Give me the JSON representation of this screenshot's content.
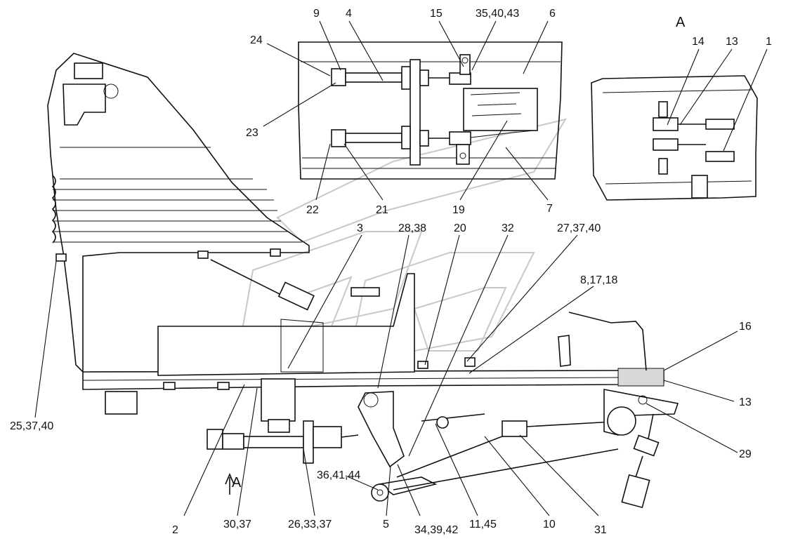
{
  "view_label": "A",
  "arrow_label": "A",
  "callouts": [
    {
      "id": "c-9",
      "text": "9"
    },
    {
      "id": "c-4",
      "text": "4"
    },
    {
      "id": "c-15",
      "text": "15"
    },
    {
      "id": "c-35-40-43",
      "text": "35,40,43"
    },
    {
      "id": "c-6",
      "text": "6"
    },
    {
      "id": "c-24",
      "text": "24"
    },
    {
      "id": "c-23",
      "text": "23"
    },
    {
      "id": "c-22",
      "text": "22"
    },
    {
      "id": "c-21",
      "text": "21"
    },
    {
      "id": "c-19",
      "text": "19"
    },
    {
      "id": "c-7",
      "text": "7"
    },
    {
      "id": "c-14",
      "text": "14"
    },
    {
      "id": "c-13a",
      "text": "13"
    },
    {
      "id": "c-1",
      "text": "1"
    },
    {
      "id": "c-3",
      "text": "3"
    },
    {
      "id": "c-28-38",
      "text": "28,38"
    },
    {
      "id": "c-20",
      "text": "20"
    },
    {
      "id": "c-32",
      "text": "32"
    },
    {
      "id": "c-27-37-40",
      "text": "27,37,40"
    },
    {
      "id": "c-8-17-18",
      "text": "8,17,18"
    },
    {
      "id": "c-16",
      "text": "16"
    },
    {
      "id": "c-13b",
      "text": "13"
    },
    {
      "id": "c-29",
      "text": "29"
    },
    {
      "id": "c-25-37-40",
      "text": "25,37,40"
    },
    {
      "id": "c-36-41-44",
      "text": "36,41,44"
    },
    {
      "id": "c-2",
      "text": "2"
    },
    {
      "id": "c-30-37",
      "text": "30,37"
    },
    {
      "id": "c-26-33-37",
      "text": "26,33,37"
    },
    {
      "id": "c-5",
      "text": "5"
    },
    {
      "id": "c-34-39-42",
      "text": "34,39,42"
    },
    {
      "id": "c-11-45",
      "text": "11,45"
    },
    {
      "id": "c-10",
      "text": "10"
    },
    {
      "id": "c-31",
      "text": "31"
    }
  ]
}
